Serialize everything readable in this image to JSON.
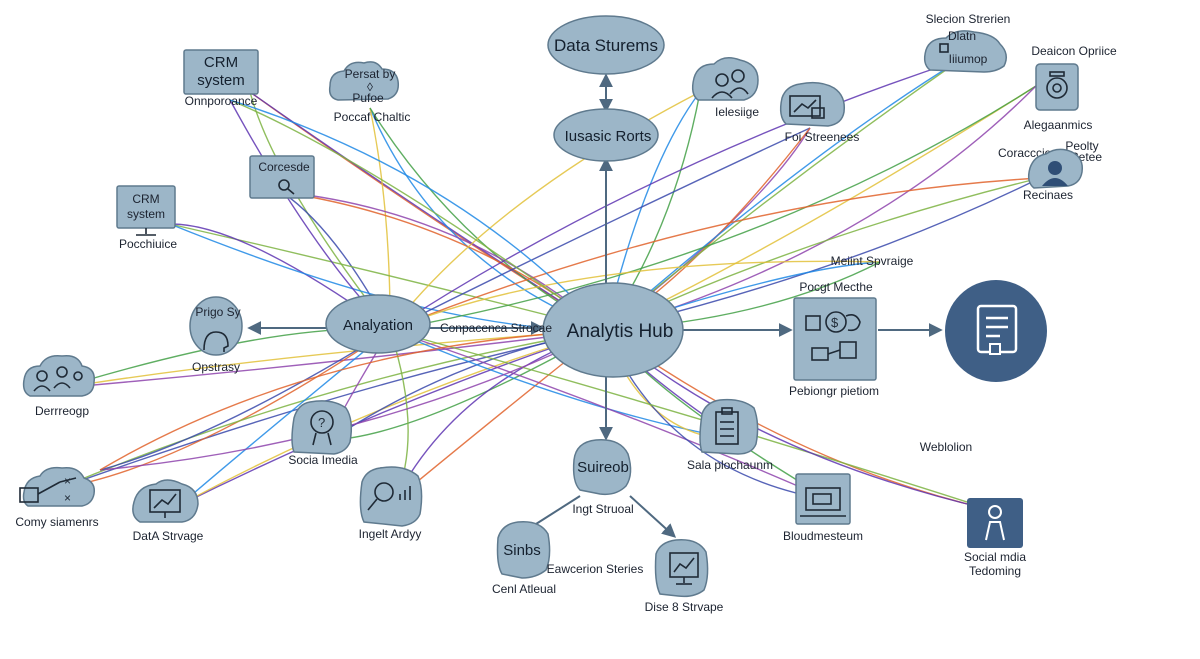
{
  "nodes": {
    "data_streams": "Data Sturems",
    "insight_reports": "Iusasic Rorts",
    "analytics_hub": "Analytis Hub",
    "analyzation": "Analyation",
    "connector_label": "Conpacenca Strocae",
    "crm_top_line1": "CRM",
    "crm_top_line2": "system",
    "crm_top_caption": "Onnporoance",
    "persona_line1": "Persat by",
    "persona_line2": "◊",
    "persona_line3": "Pufoe",
    "persona_caption": "Poccaf Chaltic",
    "console_title": "Corcesde",
    "crm_mid_line1": "CRM",
    "crm_mid_line2": "system",
    "crm_mid_caption": "Pocchiuice",
    "privacy_line": "Prigo Sy",
    "privacy_caption": "Opstrasy",
    "demography_caption": "Derrreogp",
    "company_caption": "Comy siamenrs",
    "data_storage_caption": "DatA Strvage",
    "social_media_caption": "Socia Imedia",
    "insight_analysis_caption": "Ingelt Ardyy",
    "subrob": "Suireob",
    "insight_stream": "Ingt Struoal",
    "sinbs": "Sinbs",
    "conversion_stories": "Eawcerion Steries",
    "cent_actual": "Cenl Atleual",
    "disk_storage_caption": "Dise 8 Strvape",
    "sale_report_caption": "Sala plochaunm",
    "biodata_caption": "Bloudmesteum",
    "websites_label": "Weblolion",
    "social_media_right_line1": "Social mdia",
    "social_media_right_line2": "Tedoming",
    "process_title": "Pocgt Mecthe",
    "process_caption": "Pebiongr pietiom",
    "market_label": "Meiint Spvraige",
    "teams_caption": "Ielesiige",
    "file_stream_caption": "Foi Streenees",
    "session_title": "Slecion Strerien",
    "cloud_line1": "Dlatn",
    "cloud_line2": "Iiiumop",
    "decision_title": "Deaicon Opriice",
    "algorithms_caption": "Alegaanmics",
    "connection_label": "Coracccion",
    "network_label_line1": "Peolty",
    "network_label_line2": "Cetee",
    "realms_caption": "Recinaes"
  },
  "icons": {
    "crm_top": "monitor-icon",
    "crm_mid": "monitor-icon",
    "persona": "cloud-icon",
    "console": "magnifier-icon",
    "privacy": "privacy-head-icon",
    "demography": "people-icon",
    "company": "network-cloud-icon",
    "data_storage": "presentation-icon",
    "social_media": "head-question-icon",
    "insight_analysis": "magnifier-chart-icon",
    "disk_storage": "monitor-chart-icon",
    "sale_report": "clipboard-icon",
    "biodata": "laptop-icon",
    "social_media_right": "person-hand-icon",
    "process": "finance-process-icon",
    "document": "document-icon",
    "teams": "team-cloud-icon",
    "file_stream": "screen-chart-icon",
    "session": "cloud-server-icon",
    "decision": "camera-icon",
    "realms": "person-cloud-icon"
  },
  "colors": {
    "node_fill": "#9cb6c8",
    "node_stroke": "#5f7a8e",
    "dark_node": "#3f5f86",
    "arrow": "#4f6980",
    "line_palette": [
      "#e0632c",
      "#7cb342",
      "#5e35b1",
      "#1e88e5",
      "#e2c13a",
      "#43a047",
      "#8e44ad",
      "#3949ab"
    ]
  }
}
